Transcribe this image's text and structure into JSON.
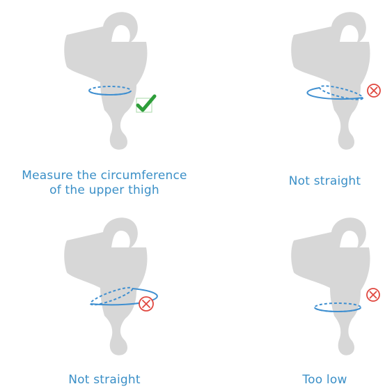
{
  "colors": {
    "silhouette": "#d7d7d7",
    "ring": "#3f8fd0",
    "caption": "#3a8fc7",
    "check": "#2e9e3a",
    "cross": "#e0473f"
  },
  "panels": [
    {
      "caption_line1": "Measure the circumference",
      "caption_line2": "of the upper thigh",
      "status_icon": "check-icon",
      "verdict": "correct"
    },
    {
      "caption_line1": "Not straight",
      "status_icon": "cross-circle-icon",
      "verdict": "incorrect"
    },
    {
      "caption_line1": "Not straight",
      "status_icon": "cross-circle-icon",
      "verdict": "incorrect"
    },
    {
      "caption_line1": "Too low",
      "status_icon": "cross-circle-icon",
      "verdict": "incorrect"
    }
  ]
}
